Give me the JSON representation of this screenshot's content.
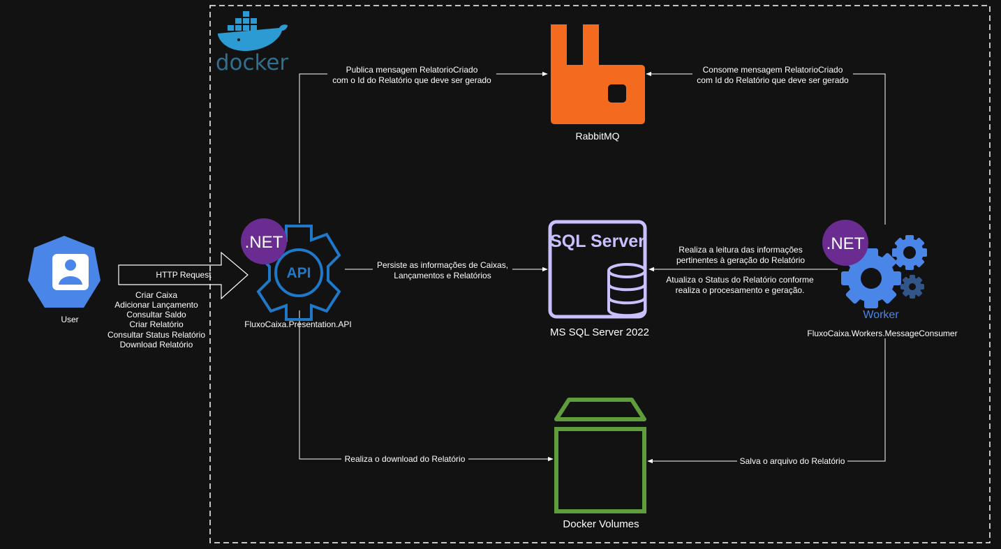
{
  "user": {
    "label": "User",
    "request_label": "HTTP Request",
    "actions": [
      "Criar Caixa",
      "Adicionar Lançamento",
      "Consultar Saldo",
      "Criar Relatório",
      "Consultar Status Relatório",
      "Download Relatório"
    ]
  },
  "docker": {
    "logo_text": "docker"
  },
  "api": {
    "badge": ".NET",
    "icon_text": "API",
    "label": "FluxoCaixa.Presentation.API"
  },
  "rabbitmq": {
    "label": "RabbitMQ"
  },
  "sqlserver": {
    "icon_text": "SQL Server",
    "label": "MS SQL Server 2022"
  },
  "volumes": {
    "label": "Docker Volumes"
  },
  "worker": {
    "badge": ".NET",
    "icon_text": "Worker",
    "label": "FluxoCaixa.Workers.MessageConsumer"
  },
  "edges": {
    "publish": [
      "Publica mensagem RelatorioCriado",
      "com o Id do Relatório que deve ser gerado"
    ],
    "consume": [
      "Consome mensagem RelatorioCriado",
      "com Id do Relatório que deve ser gerado"
    ],
    "persist": [
      "Persiste as informações de Caixas,",
      "Lançamentos e Relatórios"
    ],
    "read": [
      "Realiza a leitura das informações",
      "pertinentes à geração do Relatório"
    ],
    "update": [
      "Atualiza o Status do Relatório conforme",
      "realiza o procesamento e geração."
    ],
    "download": "Realiza o download do Relatório",
    "save": "Salva o arquivo do Relatório"
  },
  "colors": {
    "background": "#121212",
    "user_blue": "#4a86e8",
    "dotnet_purple": "#6a2c91",
    "api_blue": "#1f78c8",
    "rabbit_orange": "#f46a1e",
    "sql_lavender": "#c9c1ff",
    "volume_green": "#5f9c3c",
    "worker_blue": "#4a86e8",
    "docker_blue": "#2c9ad3"
  }
}
